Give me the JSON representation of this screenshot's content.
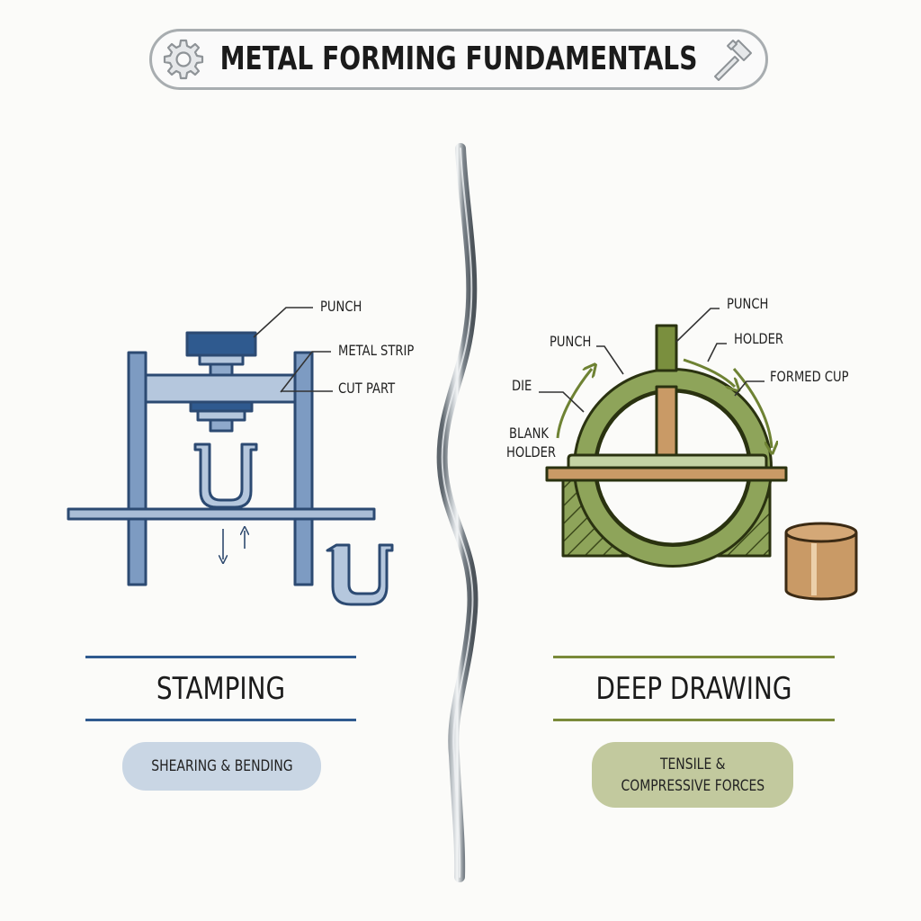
{
  "header": {
    "title": "METAL FORMING FUNDAMENTALS",
    "left_icon": "gear-icon",
    "right_icon": "hammer-icon"
  },
  "colors": {
    "background": "#fbfbf9",
    "stamping_primary": "#2f5a8f",
    "stamping_light": "#a9bdd6",
    "stamping_pill": "#c9d6e4",
    "drawing_primary": "#7a8a3a",
    "drawing_fill": "#8ea45a",
    "drawing_pill": "#c2c99e",
    "copper": "#c99a66",
    "divider": "#9aa0a6"
  },
  "stamping": {
    "labels": {
      "punch": "PUNCH",
      "metal_strip": "METAL STRIP",
      "cut_part": "CUT PART"
    },
    "title": "STAMPING",
    "tag": "SHEARING & BENDING"
  },
  "deep_drawing": {
    "labels": {
      "punch_top": "PUNCH",
      "punch_left": "PUNCH",
      "holder": "HOLDER",
      "formed_cup": "FORMED CUP",
      "die": "DIE",
      "blank_holder_line1": "BLANK",
      "blank_holder_line2": "HOLDER"
    },
    "title": "DEEP DRAWING",
    "tag_line1": "TENSILE &",
    "tag_line2": "COMPRESSIVE FORCES"
  }
}
